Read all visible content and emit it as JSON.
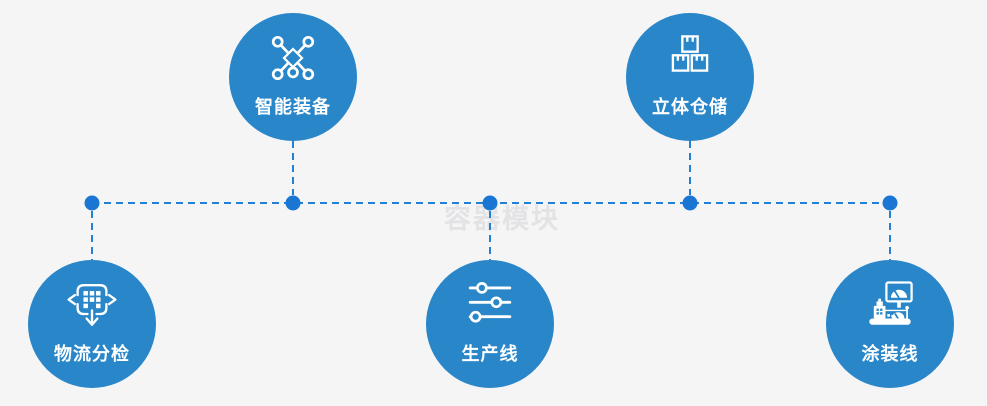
{
  "page": {
    "background_color": "#f5f5f6",
    "circle_color": "#2886c9",
    "connector_color": "#2380d4",
    "node_dot_color": "#1b76d3",
    "label_color": "#ffffff",
    "watermark_color": "#e3e3e5"
  },
  "watermark": {
    "text": "容器模块"
  },
  "nodes": [
    {
      "label": "智能装备",
      "icon": "network-nodes-icon",
      "position": "top-left"
    },
    {
      "label": "立体仓储",
      "icon": "stacked-boxes-icon",
      "position": "top-right"
    },
    {
      "label": "物流分检",
      "icon": "move-sort-icon",
      "position": "bottom-left"
    },
    {
      "label": "生产线",
      "icon": "sliders-icon",
      "position": "bottom-center"
    },
    {
      "label": "涂装线",
      "icon": "control-console-icon",
      "position": "bottom-right"
    }
  ]
}
